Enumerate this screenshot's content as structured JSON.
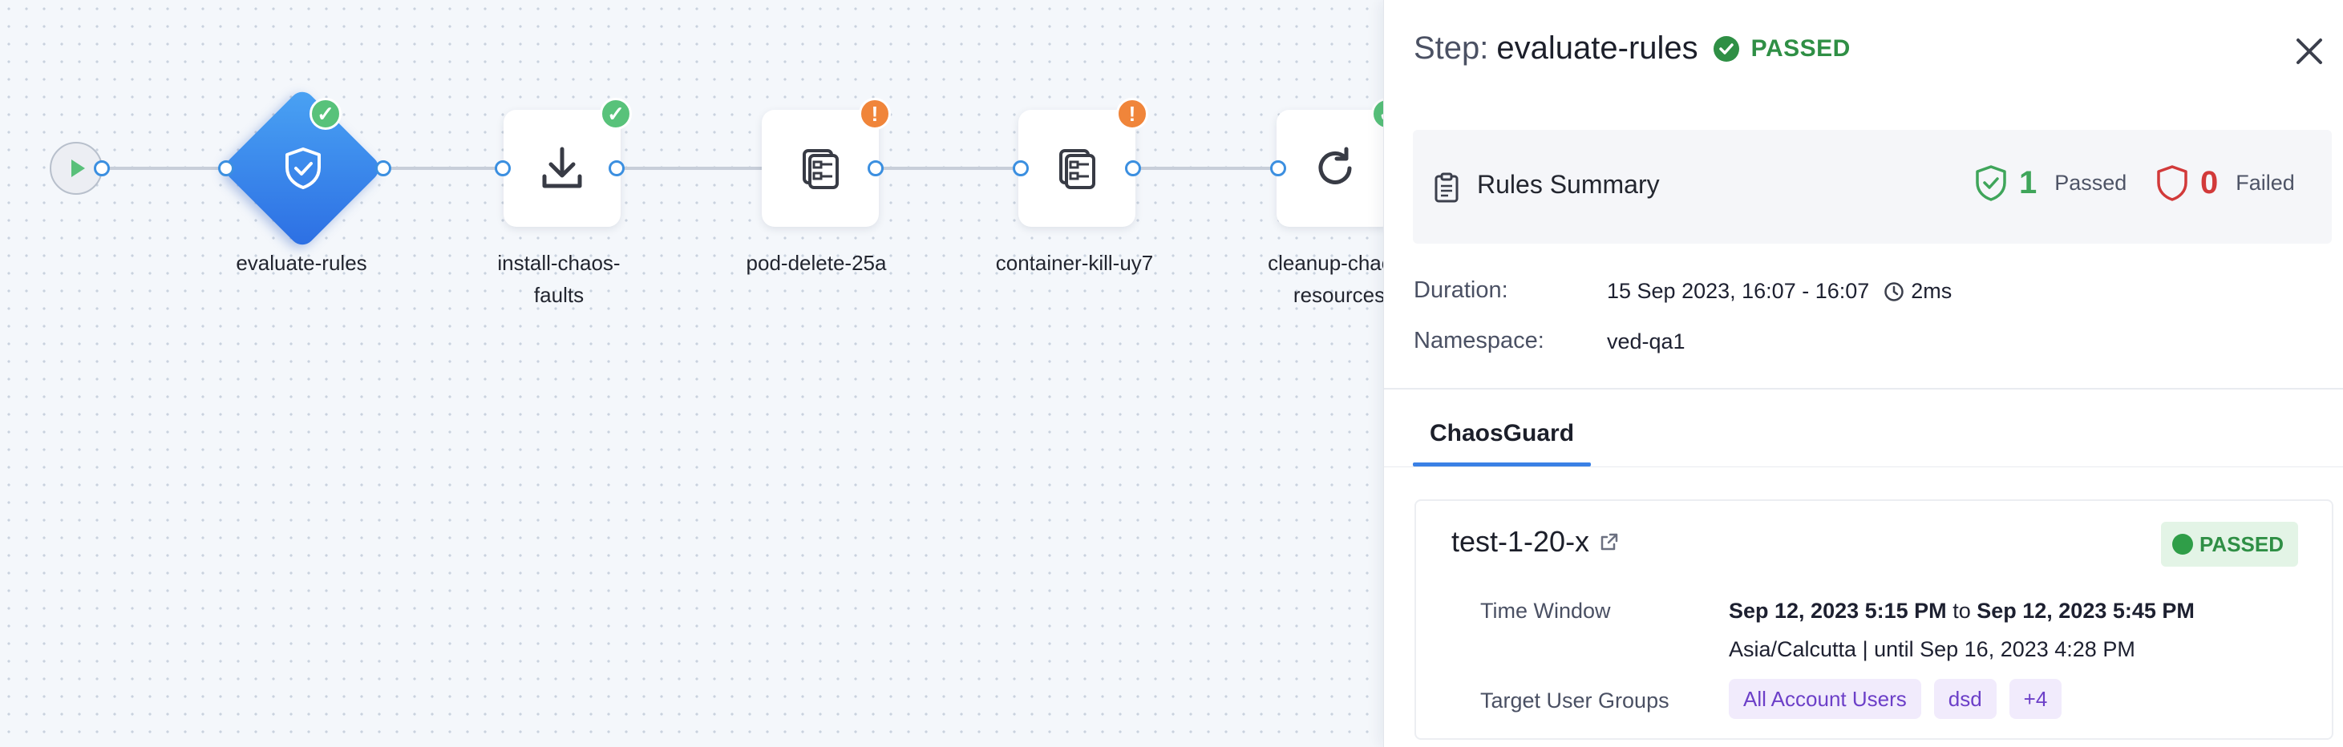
{
  "pipeline": {
    "nodes": [
      {
        "label": "evaluate-rules",
        "status": "passed"
      },
      {
        "label": "install-chaos-faults",
        "status": "passed"
      },
      {
        "label": "pod-delete-25a",
        "status": "warning"
      },
      {
        "label": "container-kill-uy7",
        "status": "warning"
      },
      {
        "label": "cleanup-chaos-resources",
        "status": "passed"
      }
    ],
    "badge_ok": "✓",
    "badge_warn": "!"
  },
  "panel": {
    "header": {
      "prefix": "Step:",
      "name": "evaluate-rules",
      "status": "PASSED"
    },
    "summary": {
      "title": "Rules Summary",
      "passed_count": "1",
      "passed_label": "Passed",
      "failed_count": "0",
      "failed_label": "Failed"
    },
    "details": {
      "duration_label": "Duration:",
      "duration_value": "15 Sep 2023, 16:07 - 16:07",
      "elapsed": "2ms",
      "namespace_label": "Namespace:",
      "namespace_value": "ved-qa1"
    },
    "tabs": [
      {
        "label": "ChaosGuard"
      }
    ],
    "rule": {
      "name": "test-1-20-x",
      "status": "PASSED",
      "time_window_label": "Time Window",
      "start": "Sep 12, 2023 5:15 PM",
      "to": "to",
      "end": "Sep 12, 2023 5:45 PM",
      "timezone_line": "Asia/Calcutta | until Sep 16, 2023 4:28 PM",
      "groups_label": "Target User Groups",
      "groups": [
        "All Account Users",
        "dsd",
        "+4"
      ]
    }
  },
  "colors": {
    "accent": "#3a80e5",
    "passed": "#2f8f45",
    "failed": "#d23a3a",
    "warning": "#f0853a",
    "chip_text": "#6c3fc8",
    "chip_bg": "#f1ebfc"
  }
}
